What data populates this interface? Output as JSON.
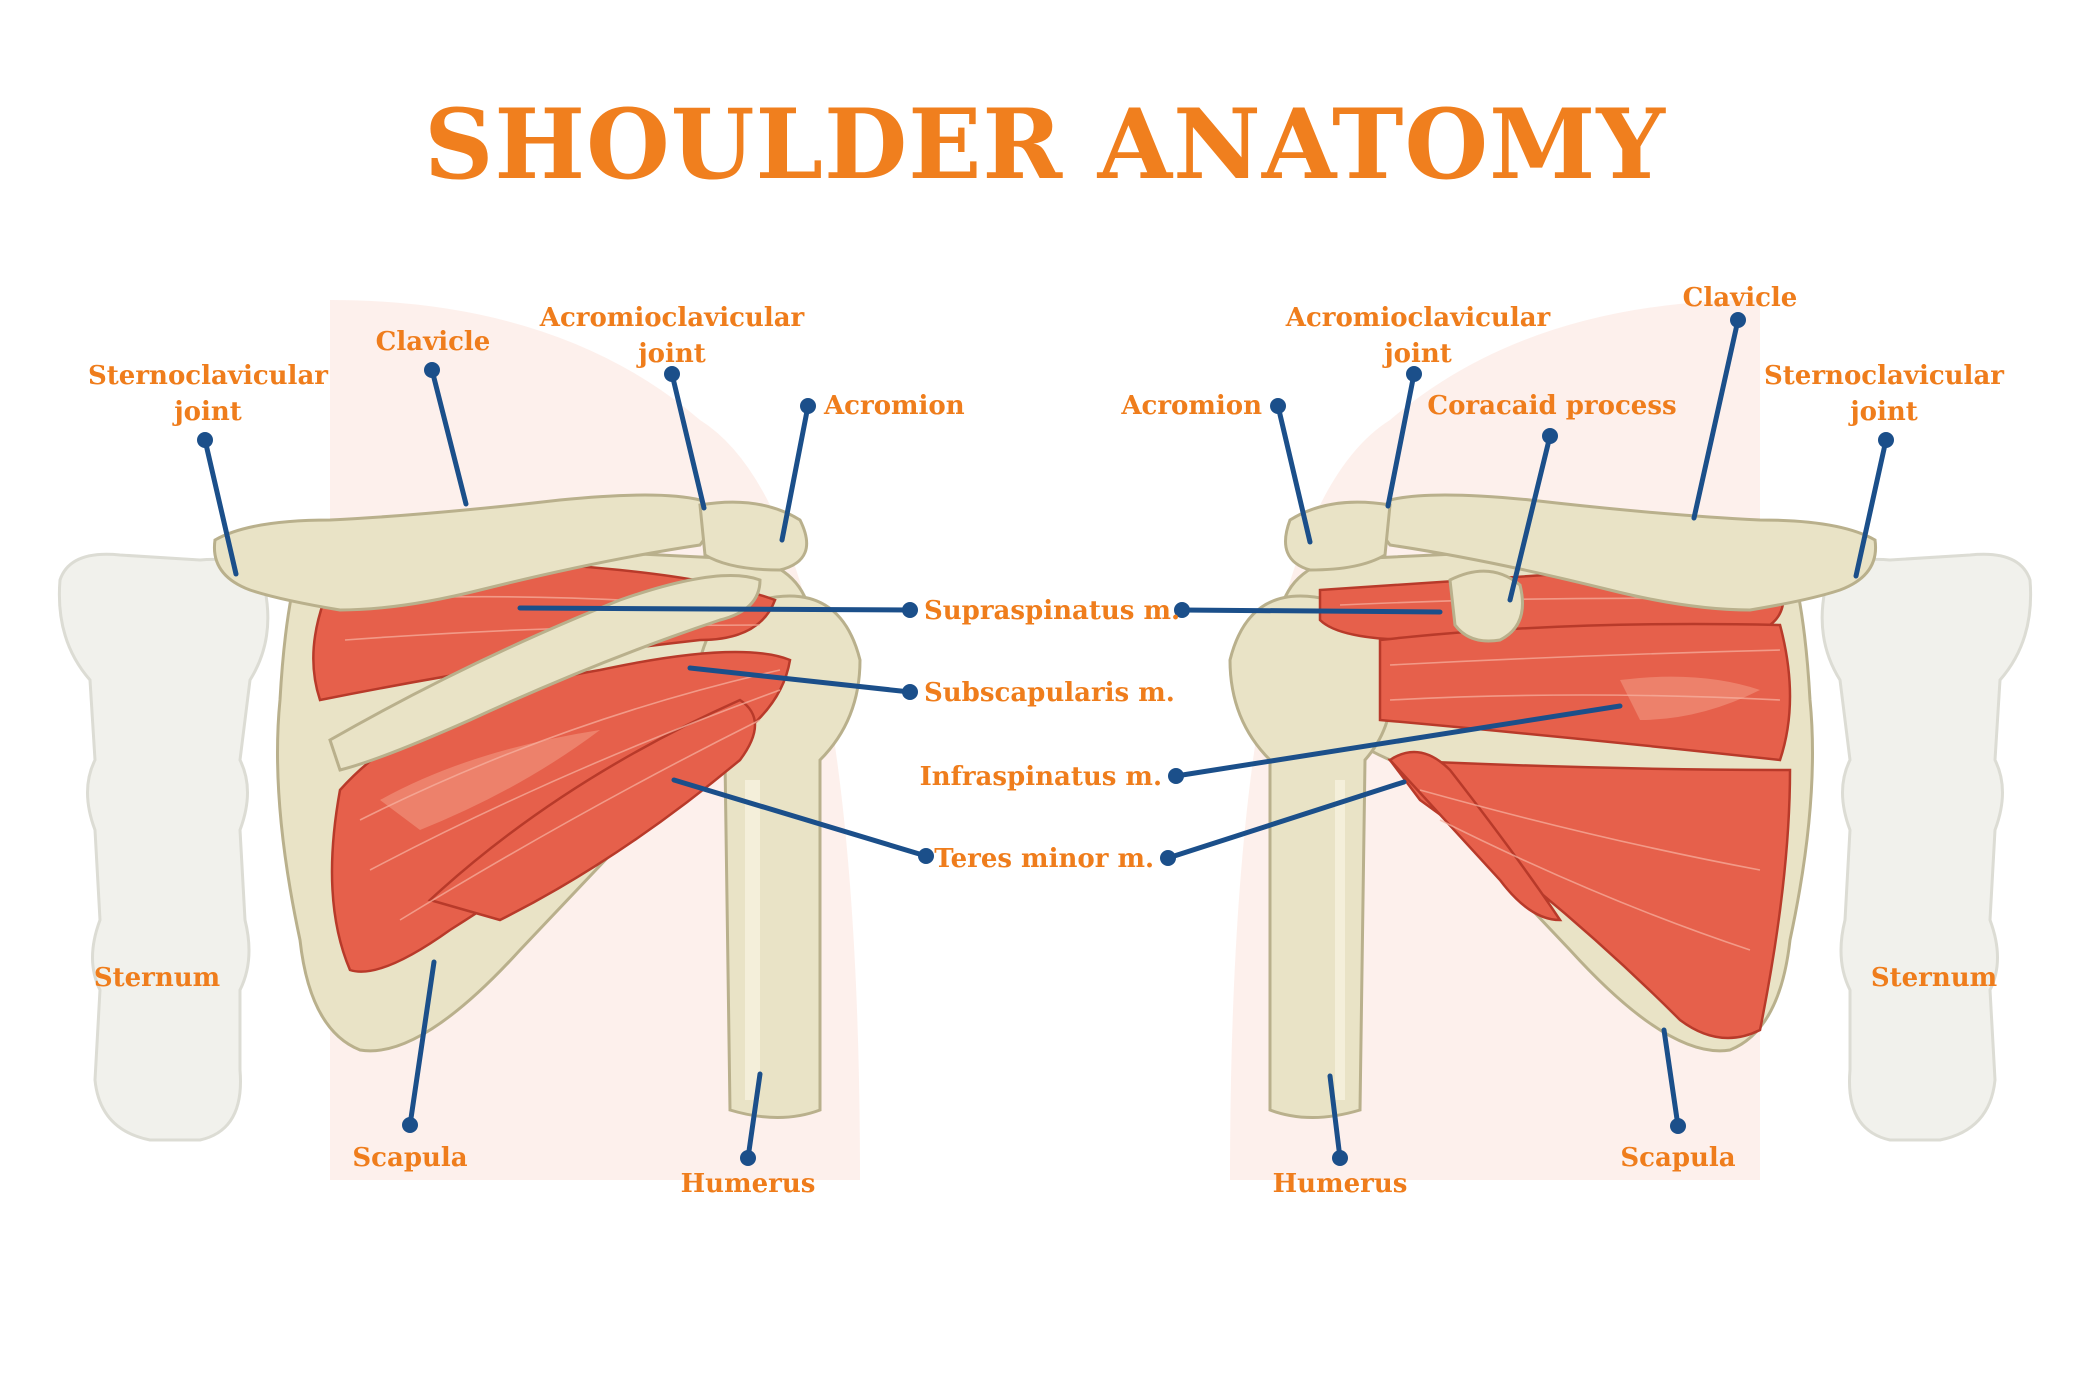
{
  "title": "SHOULDER ANATOMY",
  "left_labels": {
    "sternoclavicular_joint_1": "Sternoclavicular",
    "sternoclavicular_joint_2": "joint",
    "clavicle": "Clavicle",
    "acromioclavicular_joint_1": "Acromioclavicular",
    "acromioclavicular_joint_2": "joint",
    "acromion": "Acromion",
    "sternum": "Sternum",
    "scapula": "Scapula",
    "humerus": "Humerus"
  },
  "center_labels": {
    "supraspinatus": "Supraspinatus m.",
    "subscapularis": "Subscapularis m.",
    "infraspinatus": "Infraspinatus m.",
    "teres_minor": "Teres minor m."
  },
  "right_labels": {
    "acromion": "Acromion",
    "acromioclavicular_joint_1": "Acromioclavicular",
    "acromioclavicular_joint_2": "joint",
    "coracoid_process": "Coracaid process",
    "clavicle": "Clavicle",
    "sternoclavicular_joint_1": "Sternoclavicular",
    "sternoclavicular_joint_2": "joint",
    "sternum": "Sternum",
    "scapula": "Scapula",
    "humerus": "Humerus"
  },
  "colors": {
    "label": "#ef7d1c",
    "leader": "#1b4f8a",
    "bone": "#e9e3c6",
    "muscle": "#e6604b",
    "sternum": "#f1f1ec"
  }
}
